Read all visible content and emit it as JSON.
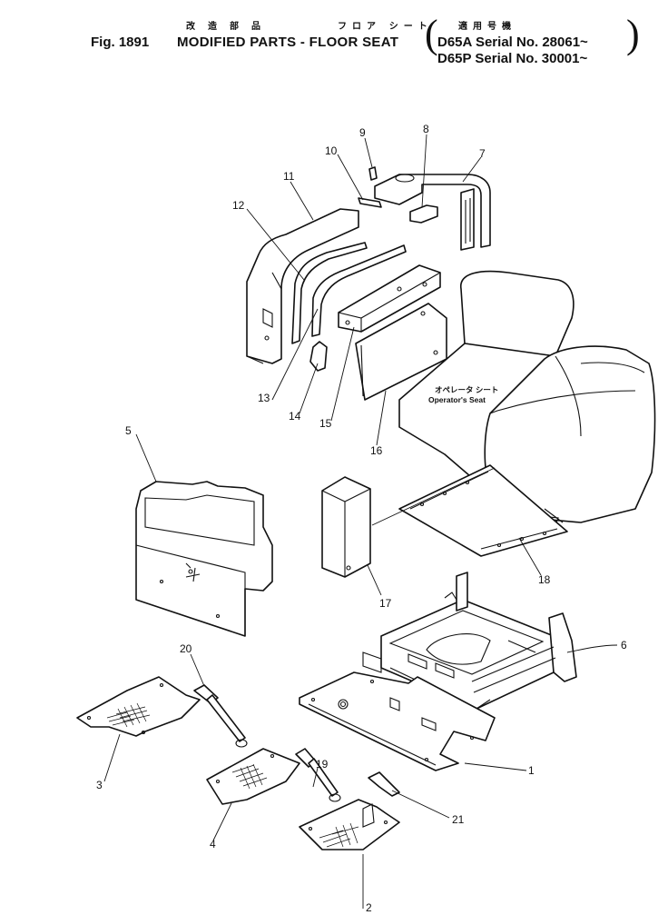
{
  "header": {
    "figure_label": "Fig. 1891",
    "title_en": "MODIFIED PARTS - FLOOR SEAT",
    "title_jp_left": "改造部品",
    "title_jp_right": "フロア シート",
    "serial_jp": "適用号機",
    "serial_lines": [
      "D65A  Serial No. 28061~",
      "D65P  Serial No. 30001~"
    ]
  },
  "callouts": {
    "p1": "1",
    "p2": "2",
    "p3": "3",
    "p4": "4",
    "p5": "5",
    "p6": "6",
    "p7": "7",
    "p8": "8",
    "p9": "9",
    "p10": "10",
    "p11": "11",
    "p12": "12",
    "p13": "13",
    "p14": "14",
    "p15": "15",
    "p16": "16",
    "p17": "17",
    "p18": "18",
    "p19": "19",
    "p20": "20",
    "p21": "21"
  },
  "seat_label": {
    "jp": "オペレータ シート",
    "en": "Operator's Seat"
  }
}
